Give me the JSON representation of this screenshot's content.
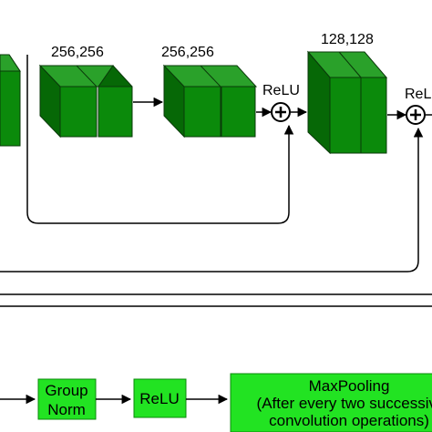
{
  "colors": {
    "block_front": "#0b8a0b",
    "block_top": "#2aa12a",
    "block_side": "#066806",
    "block_stroke": "#0a3a0a",
    "legend_box": "#22e322",
    "line": "#000000"
  },
  "blocks": {
    "stage1_label": "256,256",
    "stage2_label": "256,256",
    "stage3_label": "128,128"
  },
  "ops": {
    "relu_1": "ReLU",
    "relu_2": "ReL",
    "add_symbol": "+"
  },
  "legend": {
    "group_norm_line1": "Group",
    "group_norm_line2": "Norm",
    "relu": "ReLU",
    "maxpool_line1": "MaxPooling",
    "maxpool_line2": "(After every two successive",
    "maxpool_line3": "convolution operations)"
  }
}
